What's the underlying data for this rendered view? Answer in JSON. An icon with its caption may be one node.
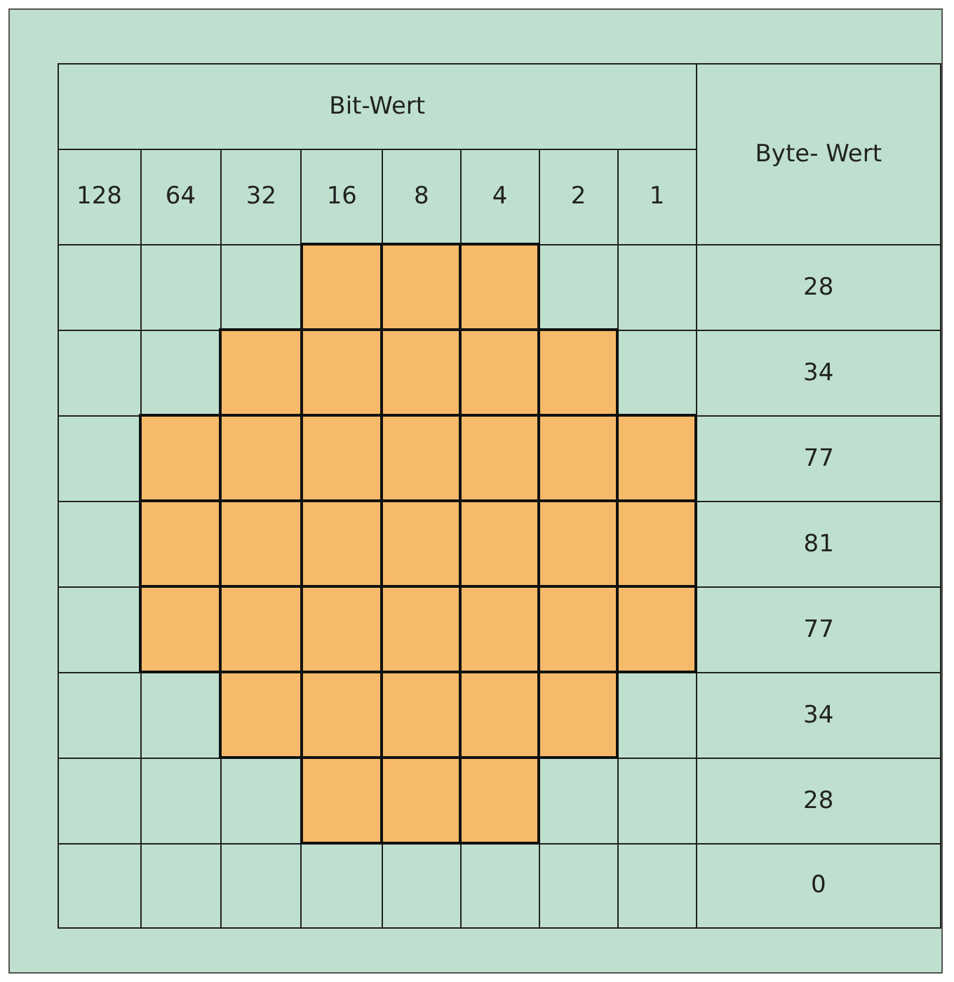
{
  "diagram": {
    "labels": [
      "Bit-Wert",
      "Byte- Wert",
      "128",
      "64",
      "32",
      "16",
      "8",
      "4",
      "2",
      "1",
      "28",
      "34",
      "77",
      "81",
      "77",
      "34",
      "28",
      "0"
    ]
  }
}
